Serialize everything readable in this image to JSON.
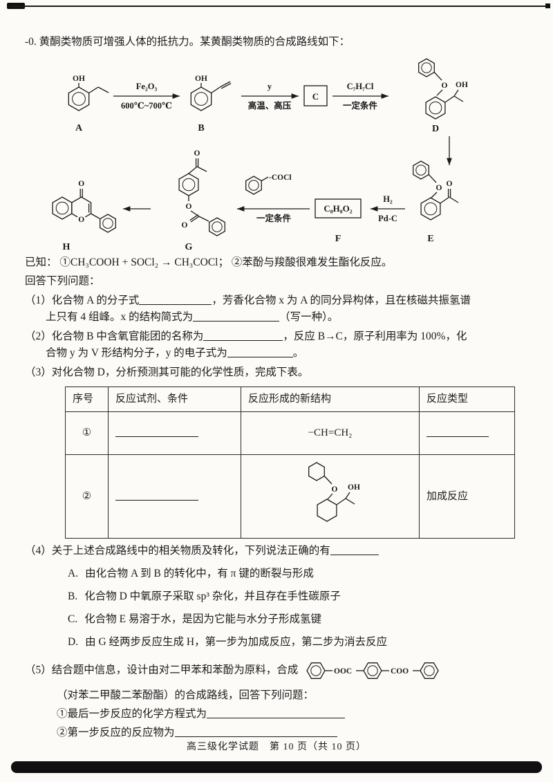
{
  "page": {
    "footer": "高三级化学试题　第 10 页（共 10 页）"
  },
  "intro": {
    "number": "-0.",
    "text": "黄酮类物质可增强人体的抵抗力。某黄酮类物质的合成路线如下："
  },
  "route": {
    "labels": {
      "a": "A",
      "b": "B",
      "d": "D",
      "e": "E",
      "f": "F",
      "g": "G",
      "h": "H"
    },
    "box_c": "C",
    "box_f": "C₈H₈O₂",
    "arrow1": {
      "top": "Fe₂O₃",
      "bottom": "600℃~700℃"
    },
    "arrow2": {
      "top": "y",
      "bottom": "高温、高压"
    },
    "arrow3": {
      "top": "C₇H₇Cl",
      "bottom": "一定条件"
    },
    "arrow4": {
      "top": "H₂",
      "bottom": "Pd-C"
    },
    "arrow5": {
      "reagent": "-COCl",
      "bottom": "一定条件"
    }
  },
  "atoms": {
    "oh": "OH",
    "o": "O"
  },
  "known": {
    "label": "已知：",
    "item1": "①CH₃COOH + SOCl₂ → CH₃COCl；",
    "item2": "②苯酚与羧酸很难发生酯化反应。"
  },
  "prompt": "回答下列问题：",
  "q1": {
    "num": "（1）",
    "s1": "化合物 A 的分子式",
    "s2": "，芳香化合物 x 为 A 的同分异构体，且在核磁共振氢谱",
    "s3": "上只有 4 组峰。x 的结构简式为",
    "s4": "（写一种）。"
  },
  "q2": {
    "num": "（2）",
    "s1": "化合物 B 中含氧官能团的名称为",
    "s2": "，反应 B→C，原子利用率为 100%，化",
    "s3": "合物 y 为 V 形结构分子，y 的电子式为",
    "s4": "。"
  },
  "q3": {
    "num": "（3）",
    "text": "对化合物 D，分析预测其可能的化学性质，完成下表。"
  },
  "table": {
    "headers": [
      "序号",
      "反应试剂、条件",
      "反应形成的新结构",
      "反应类型"
    ],
    "row1": {
      "num": "①",
      "structure": "−CH=CH₂"
    },
    "row2": {
      "num": "②",
      "type": "加成反应"
    }
  },
  "q4": {
    "num": "（4）",
    "text": "关于上述合成路线中的相关物质及转化，下列说法正确的有",
    "options": [
      {
        "label": "A.",
        "text": "由化合物 A 到 B 的转化中，有 π 键的断裂与形成"
      },
      {
        "label": "B.",
        "text": "化合物 D 中氧原子采取 sp³ 杂化，并且存在手性碳原子"
      },
      {
        "label": "C.",
        "text": "化合物 E 易溶于水，是因为它能与水分子形成氢键"
      },
      {
        "label": "D.",
        "text": "由 G 经两步反应生成 H，第一步为加成反应，第二步为消去反应"
      }
    ]
  },
  "q5": {
    "num": "（5）",
    "s1": "结合题中信息，设计由对二甲苯和苯酚为原料，合成",
    "s2": "（对苯二甲酸二苯酚酯）的合成路线，回答下列问题：",
    "ester_left": "OOC",
    "ester_right": "COO",
    "sub1_num": "①",
    "sub1": "最后一步反应的化学方程式为",
    "sub2_num": "②",
    "sub2": "第一步反应的反应物为"
  }
}
